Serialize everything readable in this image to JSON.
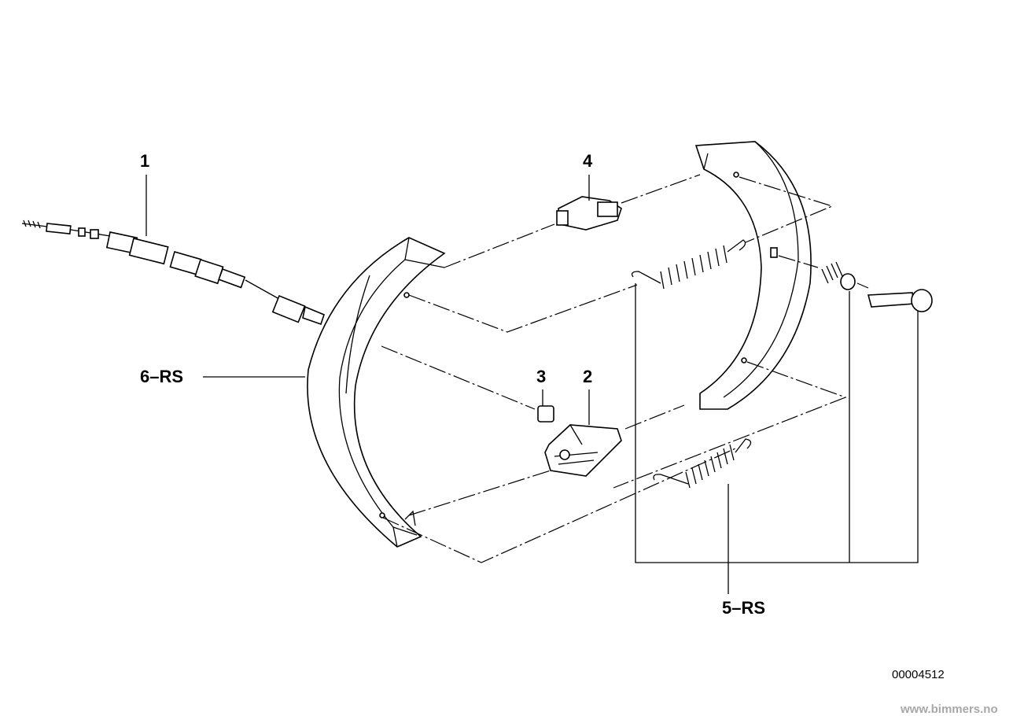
{
  "diagram": {
    "callouts": [
      {
        "id": "1",
        "label": "1"
      },
      {
        "id": "2",
        "label": "2"
      },
      {
        "id": "3",
        "label": "3"
      },
      {
        "id": "4",
        "label": "4"
      },
      {
        "id": "5",
        "label": "5–RS"
      },
      {
        "id": "6",
        "label": "6–RS"
      }
    ],
    "drawing_number": "00004512",
    "watermark": "www.bimmers.no"
  }
}
